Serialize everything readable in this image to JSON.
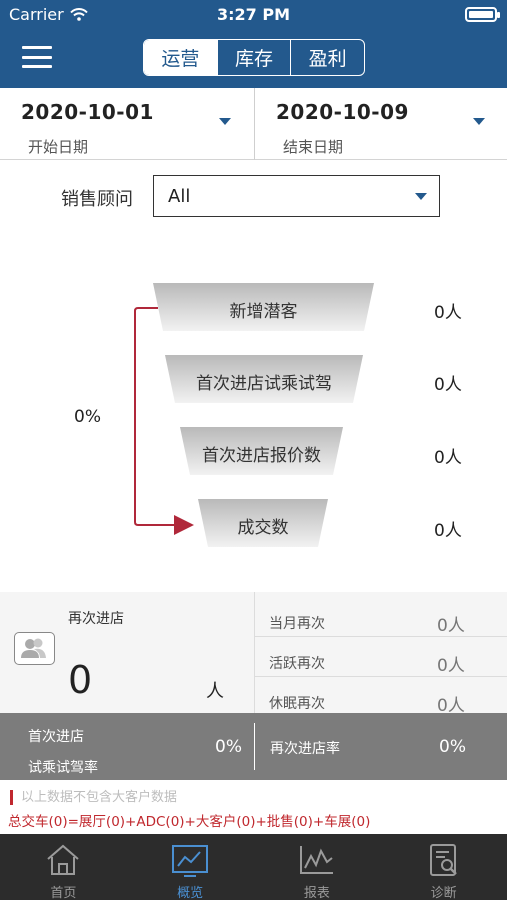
{
  "status_bar": {
    "carrier": "Carrier",
    "time": "3:27 PM"
  },
  "nav": {
    "tabs": [
      {
        "label": "运营",
        "active": true
      },
      {
        "label": "库存",
        "active": false
      },
      {
        "label": "盈利",
        "active": false
      }
    ]
  },
  "date_range": {
    "start": {
      "value": "2020-10-01",
      "label": "开始日期"
    },
    "end": {
      "value": "2020-10-09",
      "label": "结束日期"
    }
  },
  "advisor": {
    "label": "销售顾问",
    "selected": "All"
  },
  "funnel": {
    "stages": [
      {
        "label": "新增潜客",
        "count": "0人"
      },
      {
        "label": "首次进店试乘试驾",
        "count": "0人"
      },
      {
        "label": "首次进店报价数",
        "count": "0人"
      },
      {
        "label": "成交数",
        "count": "0人"
      }
    ],
    "conversion_rate": "0%"
  },
  "revisit": {
    "title": "再次进店",
    "total": "0",
    "unit": "人",
    "rows": [
      {
        "label": "当月再次",
        "value": "0人"
      },
      {
        "label": "活跃再次",
        "value": "0人"
      },
      {
        "label": "休眠再次",
        "value": "0人"
      }
    ]
  },
  "rates": {
    "first_line1": "首次进店",
    "first_line2": "试乘试驾率",
    "first_value": "0%",
    "revisit_label": "再次进店率",
    "revisit_value": "0%"
  },
  "notes": {
    "disclaimer": "以上数据不包含大客户数据",
    "formula": "总交车(0)=展厅(0)+ADC(0)+大客户(0)+批售(0)+车展(0)"
  },
  "tabbar": {
    "items": [
      {
        "label": "首页",
        "icon": "home-icon",
        "active": false
      },
      {
        "label": "概览",
        "icon": "overview-chart-icon",
        "active": true
      },
      {
        "label": "报表",
        "icon": "report-chart-icon",
        "active": false
      },
      {
        "label": "诊断",
        "icon": "diagnosis-icon",
        "active": false
      }
    ]
  },
  "colors": {
    "primary": "#23598d",
    "accent_red": "#c0282e",
    "tab_active": "#4a8fd1",
    "tabbar_bg": "#2c2c2c",
    "rate_bar_bg": "#7c7c7c"
  }
}
